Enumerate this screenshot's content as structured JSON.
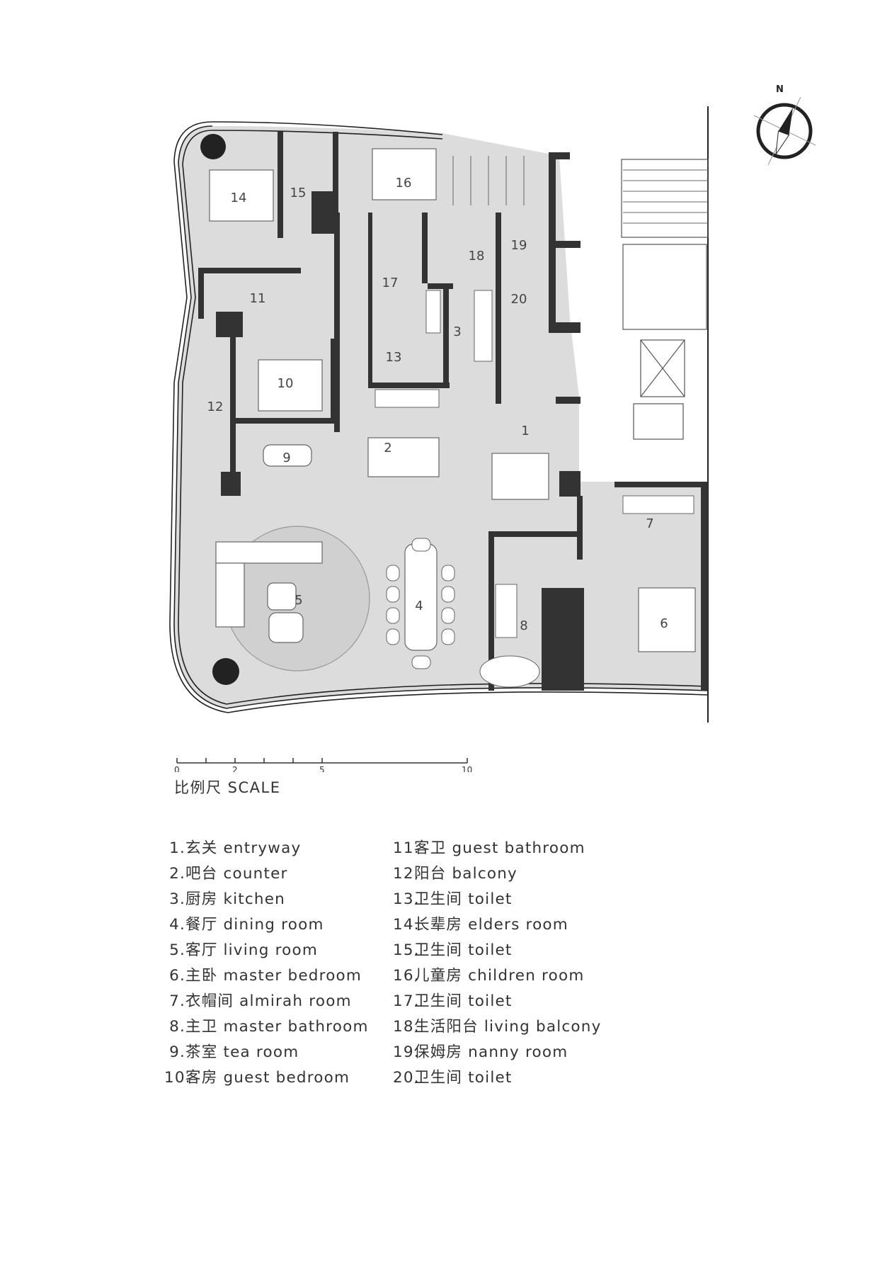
{
  "floor_plan": {
    "north_label": "N",
    "room_numbers": [
      "1",
      "2",
      "3",
      "4",
      "5",
      "6",
      "7",
      "8",
      "9",
      "10",
      "11",
      "12",
      "13",
      "14",
      "15",
      "16",
      "17",
      "18",
      "19",
      "20"
    ]
  },
  "scale": {
    "ticks": [
      "0",
      "2",
      "5",
      "10"
    ],
    "title": "比例尺  SCALE"
  },
  "legend": [
    {
      "num": "1.",
      "zh": "玄关",
      "en": "entryway"
    },
    {
      "num": "2.",
      "zh": "吧台",
      "en": "counter"
    },
    {
      "num": "3.",
      "zh": "厨房",
      "en": "kitchen"
    },
    {
      "num": "4.",
      "zh": "餐厅",
      "en": "dining room"
    },
    {
      "num": "5.",
      "zh": "客厅",
      "en": "living room"
    },
    {
      "num": "6.",
      "zh": "主卧",
      "en": "master bedroom"
    },
    {
      "num": "7.",
      "zh": "衣帽间",
      "en": "almirah room"
    },
    {
      "num": "8.",
      "zh": "主卫",
      "en": "master bathroom"
    },
    {
      "num": "9.",
      "zh": "茶室",
      "en": "tea room"
    },
    {
      "num": "10.",
      "zh": "客房",
      "en": "guest bedroom"
    },
    {
      "num": "11.",
      "zh": "客卫",
      "en": "guest bathroom"
    },
    {
      "num": "12.",
      "zh": "阳台",
      "en": "balcony"
    },
    {
      "num": "13.",
      "zh": "卫生间",
      "en": "toilet"
    },
    {
      "num": "14.",
      "zh": "长辈房",
      "en": "elders room"
    },
    {
      "num": "15.",
      "zh": "卫生间",
      "en": "toilet"
    },
    {
      "num": "16.",
      "zh": "儿童房",
      "en": "children room"
    },
    {
      "num": "17.",
      "zh": "卫生间",
      "en": "toilet"
    },
    {
      "num": "18.",
      "zh": "生活阳台",
      "en": "living balcony"
    },
    {
      "num": "19.",
      "zh": "保姆房",
      "en": "nanny room"
    },
    {
      "num": "20.",
      "zh": "卫生间",
      "en": "toilet"
    }
  ]
}
